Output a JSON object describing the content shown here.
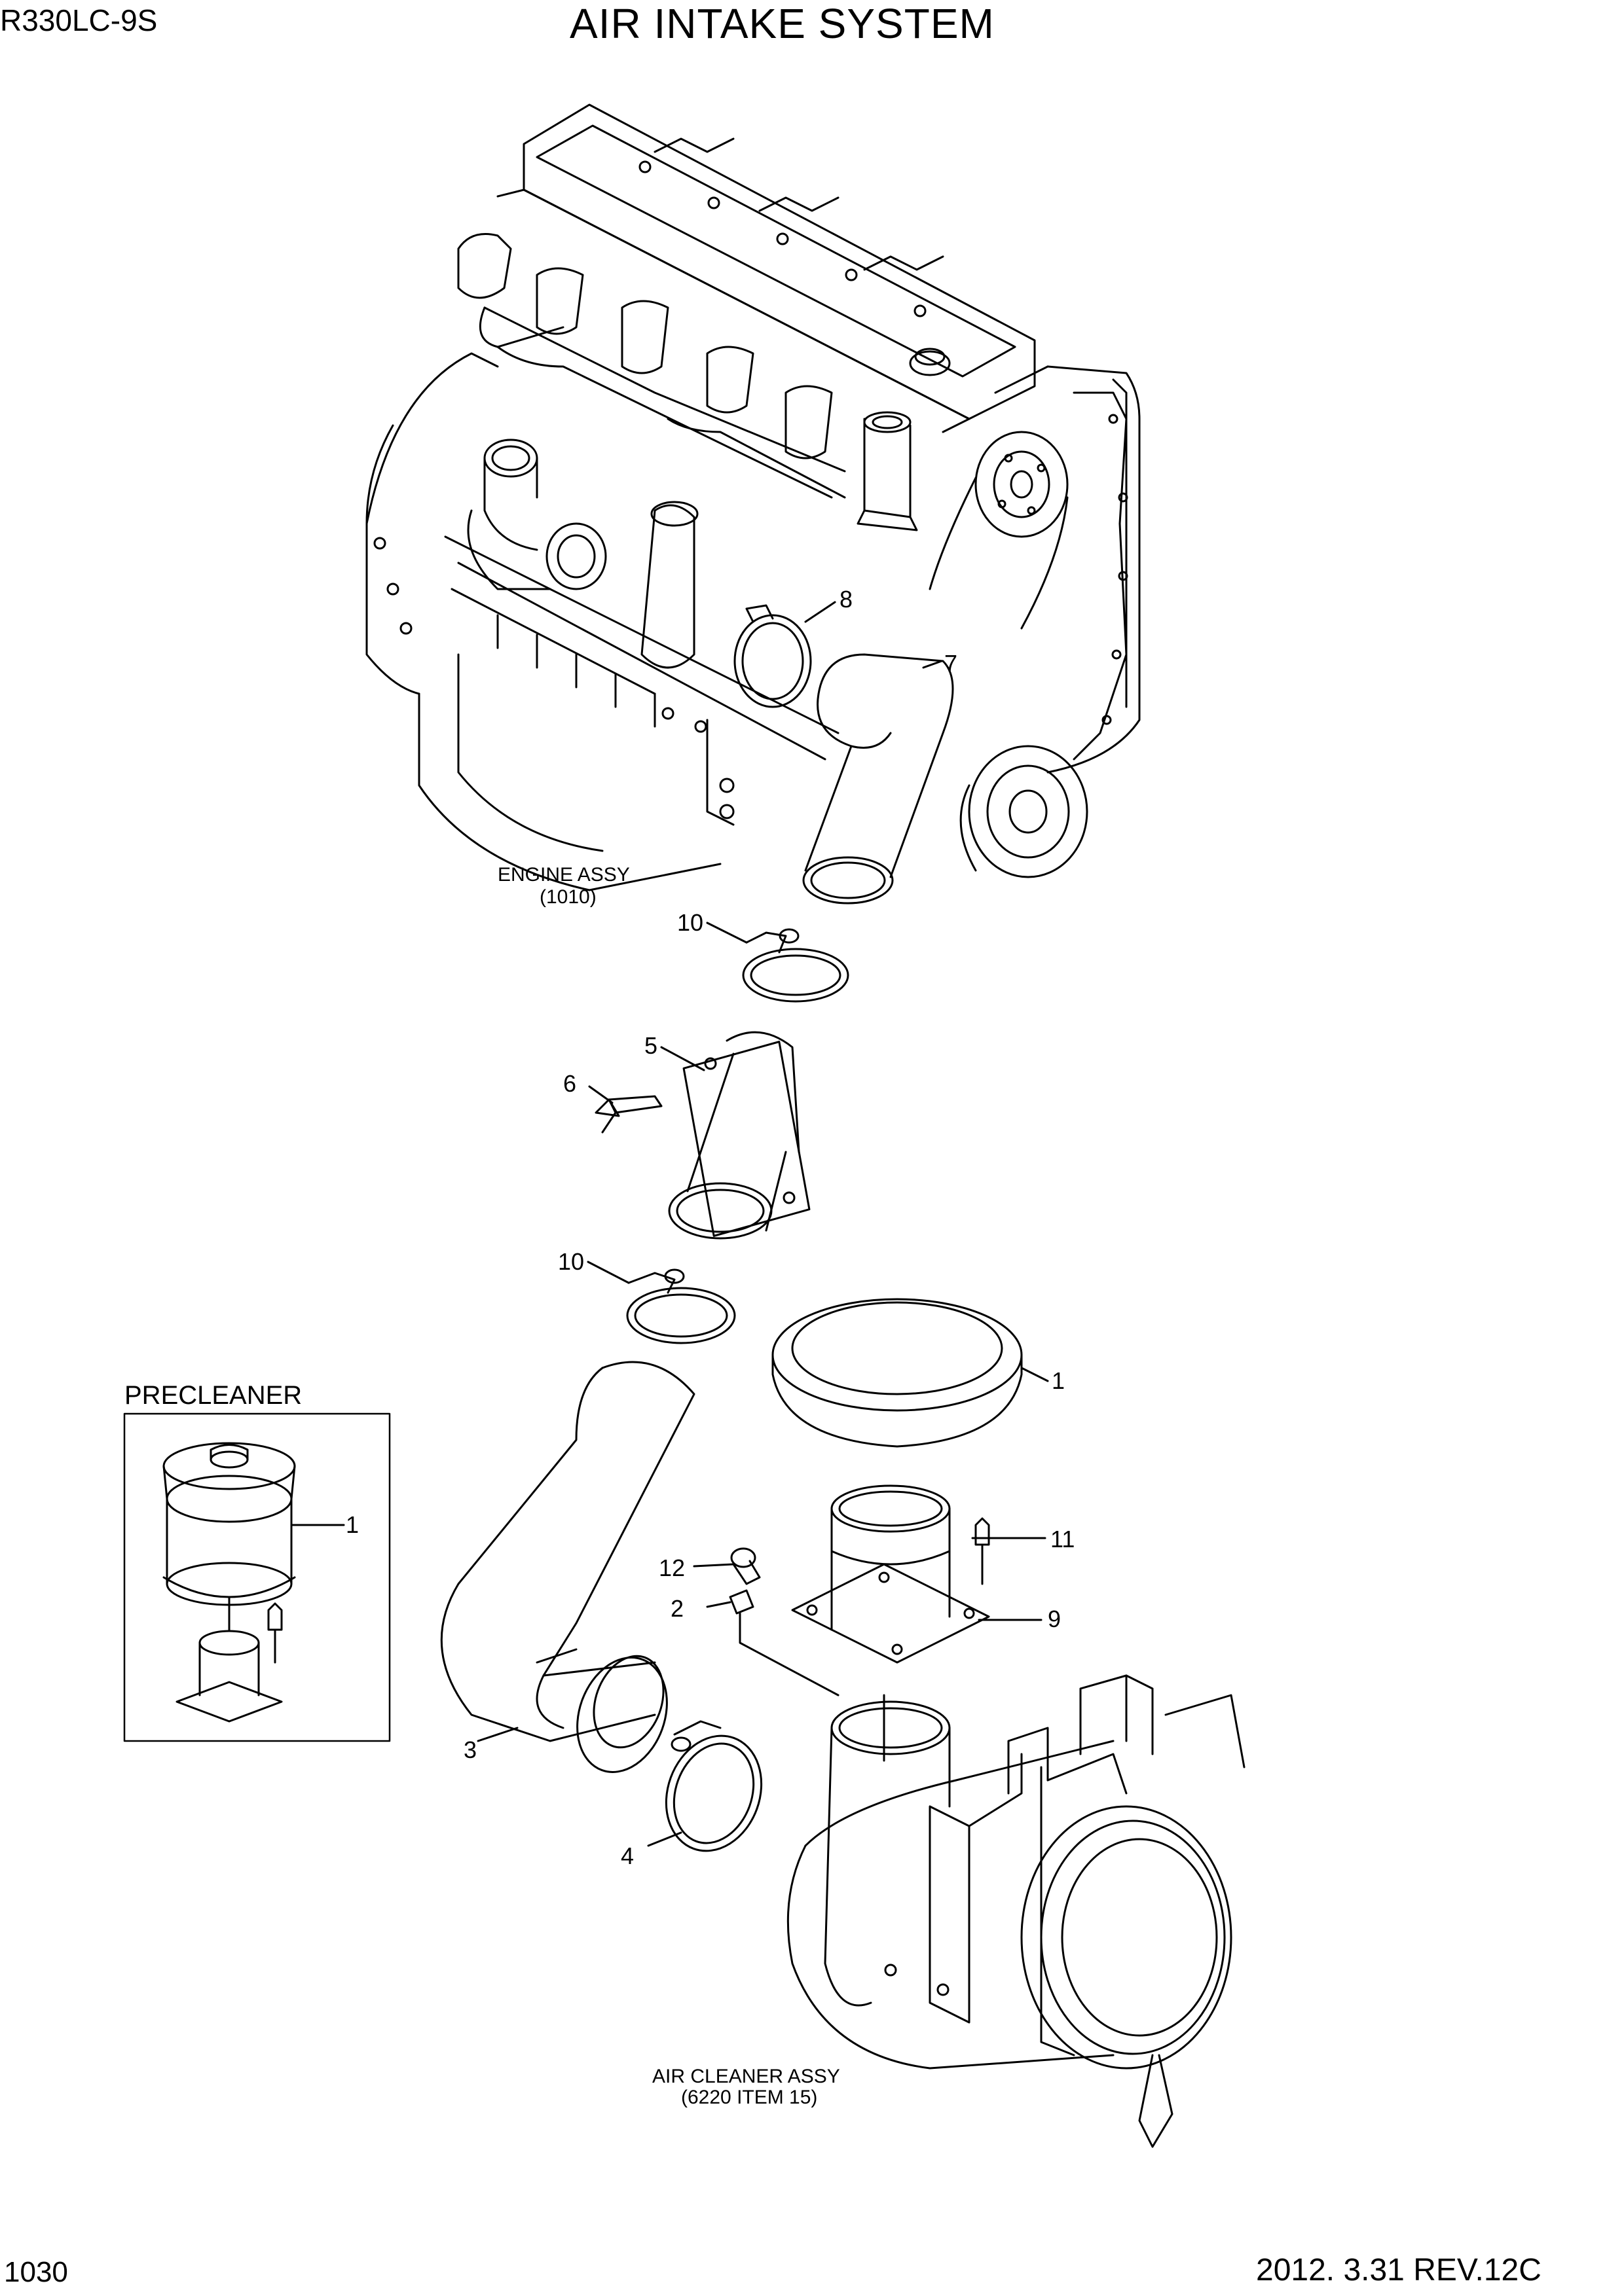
{
  "header": {
    "model": "R330LC-9S",
    "title": "AIR INTAKE SYSTEM"
  },
  "footer": {
    "page_number": "1030",
    "revision": "2012. 3.31  REV.12C"
  },
  "labels": {
    "engine_assy": "ENGINE ASSY",
    "engine_assy_ref": "(1010)",
    "air_cleaner_assy": "AIR CLEANER ASSY",
    "air_cleaner_assy_ref": "(6220 ITEM 15)",
    "precleaner": "PRECLEANER"
  },
  "callouts": {
    "c1_cover": "1",
    "c1_precleaner": "1",
    "c2": "2",
    "c3": "3",
    "c4": "4",
    "c5": "5",
    "c6": "6",
    "c7": "7",
    "c8": "8",
    "c9": "9",
    "c10_top": "10",
    "c10_mid": "10",
    "c11": "11",
    "c12": "12"
  }
}
